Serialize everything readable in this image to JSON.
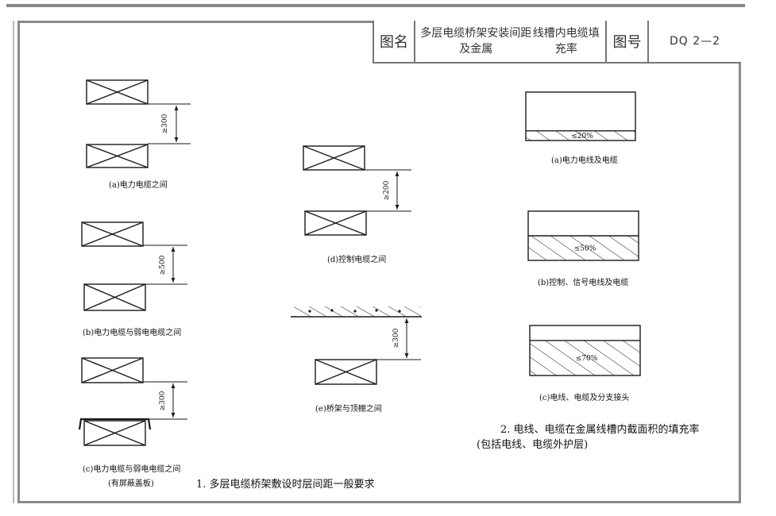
{
  "title_block": {
    "name_label": "图名",
    "name_line1": "多层电缆桥架安装间距及金属",
    "name_line2": "线槽内电缆填充率",
    "number_label": "图号",
    "number_value": "DQ 2—2"
  },
  "section1": {
    "title": "1. 多层电缆桥架敷设时层间距一般要求",
    "a": {
      "caption": "(a)电力电缆之间",
      "spacing": "≥300"
    },
    "b": {
      "caption": "(b)电力电缆与弱电电缆之间",
      "spacing": "≥500"
    },
    "c": {
      "caption": "(c)电力电缆与弱电电缆之间",
      "caption2": "(有屏蔽盖板)",
      "spacing": "≥300"
    },
    "d": {
      "caption": "(d)控制电缆之间",
      "spacing": "≥200"
    },
    "e": {
      "caption": "(e)桥架与顶棚之间",
      "spacing": "≥300"
    }
  },
  "section2": {
    "title": "2. 电线、电缆在金属线槽内截面积的填充率",
    "subtitle": "(包括电线、电缆外护层)",
    "a": {
      "caption": "(a)电力电线及电缆",
      "fill": "≤20%",
      "fill_fraction": 0.2
    },
    "b": {
      "caption": "(b)控制、信号电线及电缆",
      "fill": "≤50%",
      "fill_fraction": 0.5
    },
    "c": {
      "caption": "(c)电线、电缆及分支接头",
      "fill": "≤70%",
      "fill_fraction": 0.7
    }
  },
  "colors": {
    "line": "#1a1a1a",
    "frame": "#8a8a8a"
  }
}
